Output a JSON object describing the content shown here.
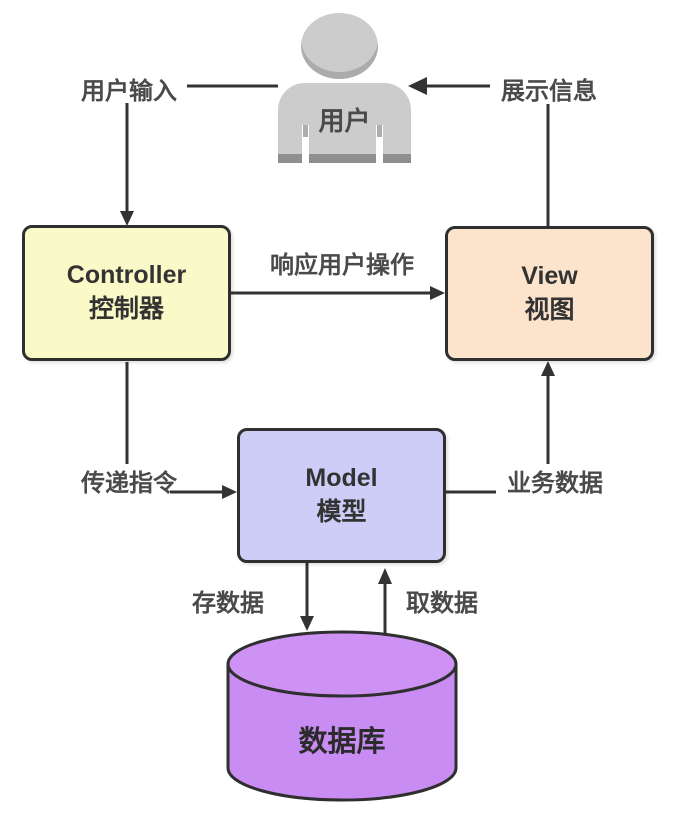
{
  "diagram": {
    "type": "mvc-architecture-flowchart",
    "nodes": {
      "user": {
        "label": "用户",
        "fill": "#cccccc"
      },
      "controller": {
        "title": "Controller",
        "subtitle": "控制器",
        "fill": "#fafac8"
      },
      "view": {
        "title": "View",
        "subtitle": "视图",
        "fill": "#fce4cc"
      },
      "model": {
        "title": "Model",
        "subtitle": "模型",
        "fill": "#cdcdf7"
      },
      "database": {
        "label": "数据库",
        "fill": "#c98cf2",
        "top_fill": "#cd92f4"
      }
    },
    "edges": {
      "user_input": {
        "label": "用户输入",
        "from": "用户",
        "to": "Controller"
      },
      "display_info": {
        "label": "展示信息",
        "from": "View",
        "to": "用户"
      },
      "respond_user_action": {
        "label": "响应用户操作",
        "from": "Controller",
        "to": "View"
      },
      "pass_command": {
        "label": "传递指令",
        "from": "Controller",
        "to": "Model"
      },
      "business_data": {
        "label": "业务数据",
        "from": "Model",
        "to": "View"
      },
      "store_data": {
        "label": "存数据",
        "from": "Model",
        "to": "数据库"
      },
      "fetch_data": {
        "label": "取数据",
        "from": "数据库",
        "to": "Model"
      }
    },
    "colors": {
      "line": "#333333",
      "border": "#2f2f2f",
      "label_text": "#4a4a4a",
      "background": "#ffffff"
    }
  }
}
